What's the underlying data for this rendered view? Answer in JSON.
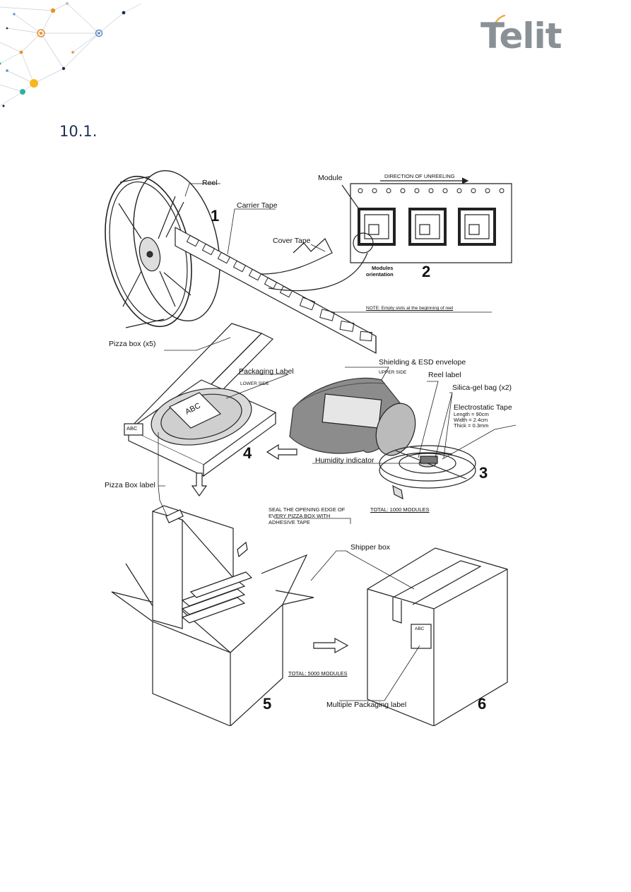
{
  "header": {
    "logo_text": "Telit",
    "section_number": "10.1."
  },
  "figure": {
    "labels": {
      "reel": "Reel",
      "carrier_tape": "Carrier Tape",
      "cover_tape": "Cover Tape",
      "module": "Module",
      "direction": "DIRECTION OF UNREELING",
      "modules_orientation_1": "Modules",
      "modules_orientation_2": "orientation",
      "note": "NOTE: Empty slots at the beginning of reel",
      "pizza_box": "Pizza box (x5)",
      "packaging_label": "Packaging Label",
      "lower_side": "LOWER SIDE",
      "shielding": "Shielding & ESD envelope",
      "upper_side": "UPPER SIDE",
      "reel_label": "Reel label",
      "silica": "Silica-gel bag (x2)",
      "electrostatic": "Electrostatic Tape",
      "length": "Length = 90cm",
      "width": "Width = 2.4cm",
      "thick": "Thick = 0.3mm",
      "humidity": "Humidity indicator",
      "pizza_box_label": "Pizza Box label",
      "seal_1": "SEAL THE OPENING EDGE OF",
      "seal_2": "EVERY PIZZA BOX WITH",
      "seal_3": "ADHESIVE TAPE",
      "total_1000": "TOTAL: 1000  MODULES",
      "shipper_box": "Shipper  box",
      "total_5000": "TOTAL: 5000  MODULES",
      "multiple_label": "Multiple Packaging label",
      "abc": "ABC"
    },
    "steps": [
      "1",
      "2",
      "3",
      "4",
      "5",
      "6"
    ]
  }
}
